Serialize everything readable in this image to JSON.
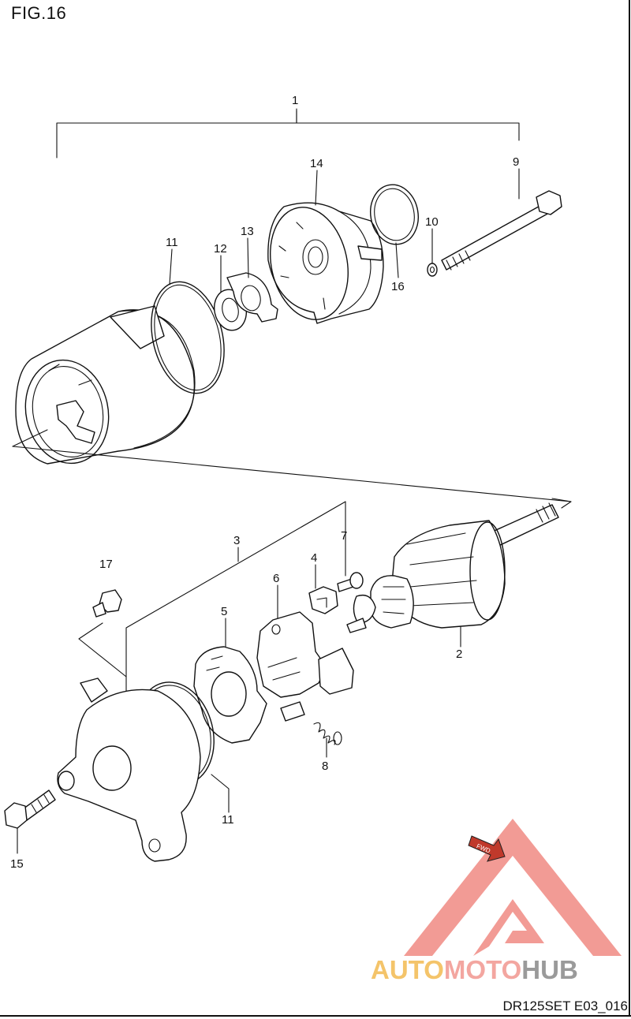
{
  "figure_title": "FIG.16",
  "figure_code": "DR125SET E03_016",
  "callouts": {
    "p1": "1",
    "p2": "2",
    "p3": "3",
    "p4": "4",
    "p5": "5",
    "p6": "6",
    "p7": "7",
    "p8": "8",
    "p9": "9",
    "p10": "10",
    "p11a": "11",
    "p11b": "11",
    "p12": "12",
    "p13": "13",
    "p14": "14",
    "p15": "15",
    "p16": "16",
    "p17": "17"
  },
  "fwd_label": "FWD",
  "watermark": {
    "part1": "AUTO",
    "part2": "MOTO",
    "part3": "HUB",
    "colors": {
      "auto": "#f4c46a",
      "moto": "#f3a6a0",
      "hub": "#9a9a9a",
      "triangle": "#f08a82"
    }
  }
}
